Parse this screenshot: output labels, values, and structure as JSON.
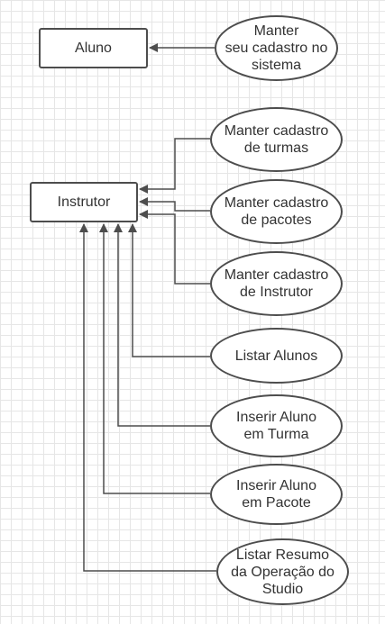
{
  "actors": {
    "aluno": "Aluno",
    "instrutor": "Instrutor"
  },
  "use_cases": [
    {
      "id": "manter-cadastro",
      "lines": [
        "Manter",
        "seu cadastro no",
        "sistema"
      ]
    },
    {
      "id": "manter-turmas",
      "lines": [
        "Manter cadastro",
        "de turmas"
      ]
    },
    {
      "id": "manter-pacotes",
      "lines": [
        "Manter cadastro",
        "de pacotes"
      ]
    },
    {
      "id": "manter-instrutor",
      "lines": [
        "Manter cadastro",
        "de Instrutor"
      ]
    },
    {
      "id": "listar-alunos",
      "lines": [
        "Listar Alunos"
      ]
    },
    {
      "id": "inserir-turma",
      "lines": [
        "Inserir Aluno",
        "em Turma"
      ]
    },
    {
      "id": "inserir-pacote",
      "lines": [
        "Inserir Aluno",
        "em Pacote"
      ]
    },
    {
      "id": "listar-resumo",
      "lines": [
        "Listar Resumo",
        "da Operação do",
        "Studio"
      ]
    }
  ],
  "colors": {
    "stroke": "#4d4d4d",
    "text": "#333333",
    "grid": "#e6e6e6"
  }
}
